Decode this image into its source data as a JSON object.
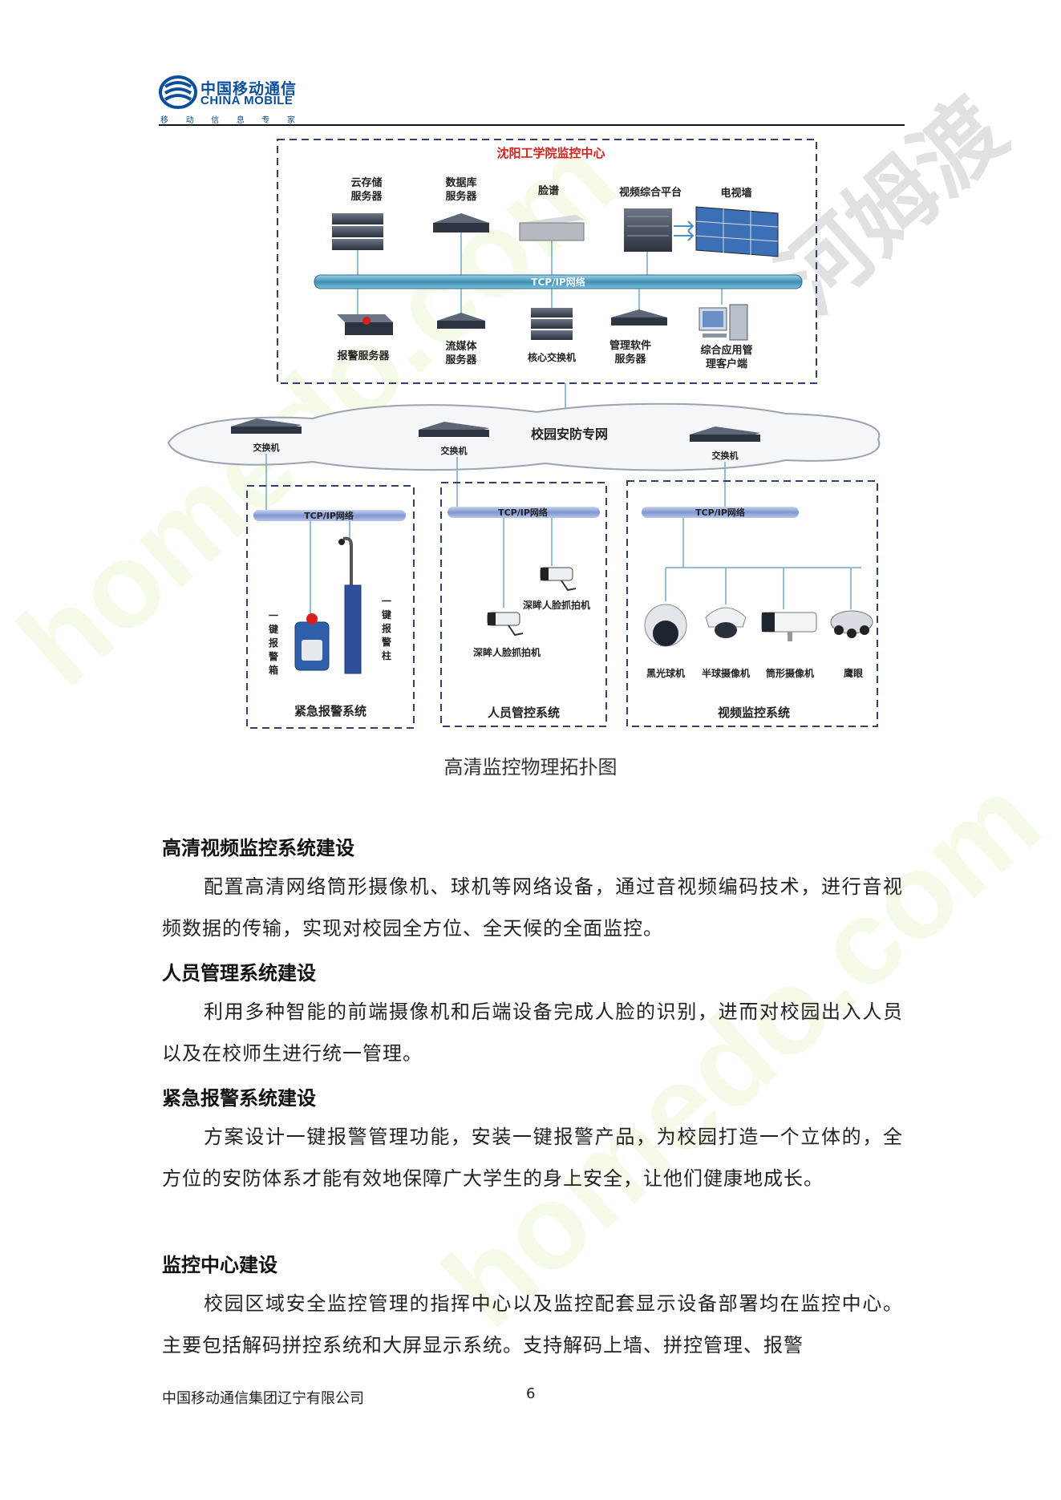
{
  "header": {
    "logo_cn": "中国移动通信",
    "logo_en": "CHINA MOBILE",
    "tagline": [
      "移",
      "动",
      "信",
      "息",
      "专",
      "家"
    ]
  },
  "diagram": {
    "center_title": "沈阳工学院监控中心",
    "top_devices": [
      "云存储\n服务器",
      "数据库\n服务器",
      "脸谱",
      "视频综合平台",
      "电视墙"
    ],
    "main_bus": "TCP/IP网络",
    "bottom_devices": [
      "报警服务器",
      "流媒体\n服务器",
      "核心交换机",
      "管理软件\n服务器",
      "综合应用管\n理客户端"
    ],
    "campus_network": "校园安防专网",
    "switch_label": "交换机",
    "sub_bus": "TCP/IP网络",
    "alarm_box": "一键报警箱",
    "alarm_pole": "一键报警柱",
    "face_cam_1": "深眸人脸抓拍机",
    "face_cam_2": "深眸人脸抓拍机",
    "cameras": [
      "黑光球机",
      "半球摄像机",
      "筒形摄像机",
      "鹰眼"
    ],
    "sys_alarm": "紧急报警系统",
    "sys_people": "人员管控系统",
    "sys_video": "视频监控系统"
  },
  "caption": "高清监控物理拓扑图",
  "sections": [
    {
      "heading": "高清视频监控系统建设",
      "text": "配置高清网络筒形摄像机、球机等网络设备，通过音视频编码技术，进行音视频数据的传输，实现对校园全方位、全天候的全面监控。"
    },
    {
      "heading": "人员管理系统建设",
      "text": "利用多种智能的前端摄像机和后端设备完成人脸的识别，进而对校园出入人员以及在校师生进行统一管理。"
    },
    {
      "heading": "紧急报警系统建设",
      "text": "方案设计一键报警管理功能，安装一键报警产品，为校园打造一个立体的，全方位的安防体系才能有效地保障广大学生的身上安全，让他们健康地成长。"
    },
    {
      "heading": "监控中心建设",
      "text": "校园区域安全监控管理的指挥中心以及监控配套显示设备部署均在监控中心。主要包括解码拼控系统和大屏显示系统。支持解码上墙、拼控管理、报警"
    }
  ],
  "footer": {
    "company": "中国移动通信集团辽宁有限公司",
    "page_number": "6"
  },
  "watermark": {
    "latin": "homedo.com",
    "cn": "河姆渡"
  },
  "colors": {
    "brand_blue": "#0a4f9c",
    "dash_border": "#2d3f6e",
    "bus_teal": "#4f9fbf",
    "title_red": "#d6201c"
  }
}
